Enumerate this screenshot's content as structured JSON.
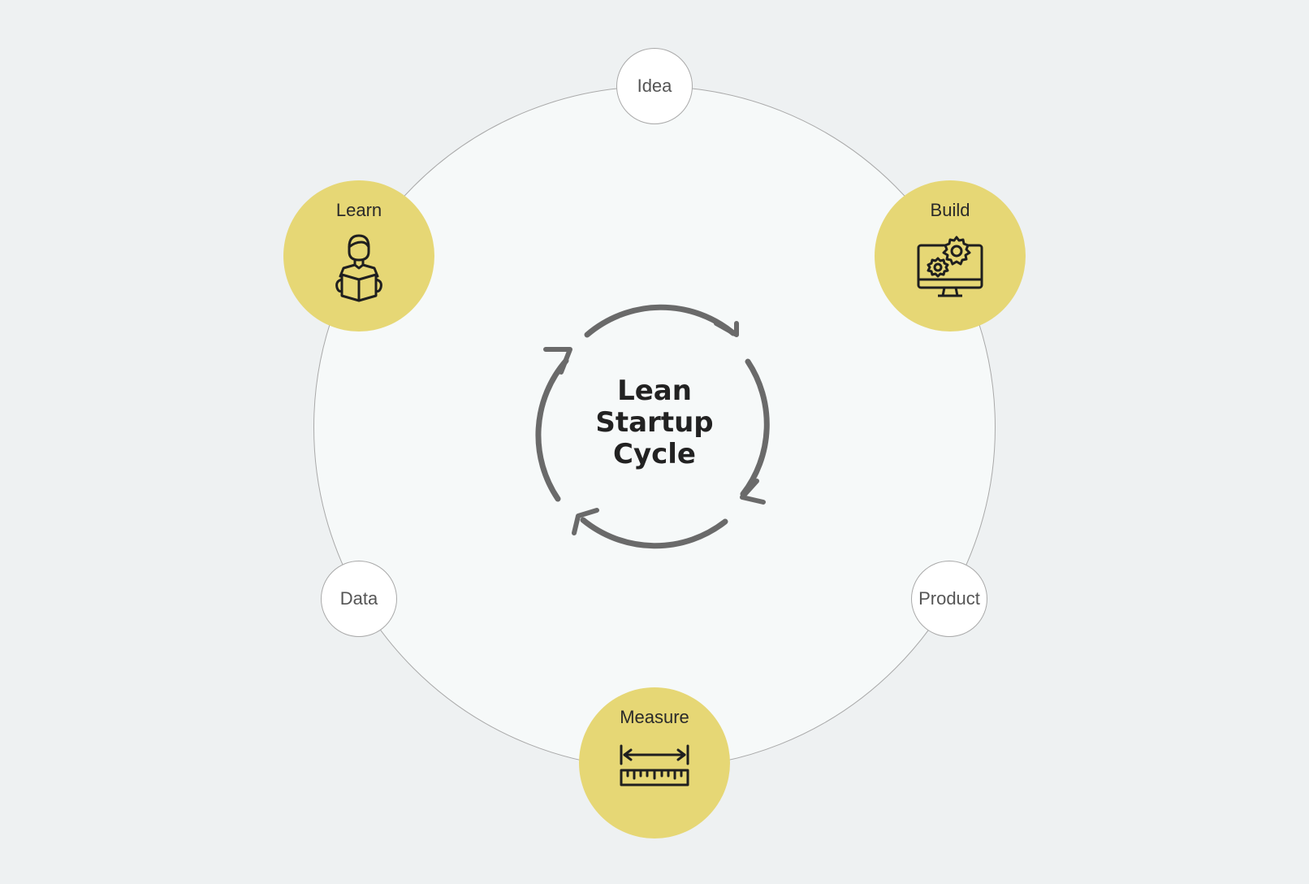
{
  "center": {
    "line1": "Lean",
    "line2": "Startup",
    "line3": "Cycle"
  },
  "stages": {
    "build": {
      "label": "Build",
      "icon": "computer-gears-icon"
    },
    "measure": {
      "label": "Measure",
      "icon": "ruler-measure-icon"
    },
    "learn": {
      "label": "Learn",
      "icon": "person-reading-book-icon"
    }
  },
  "artifacts": {
    "idea": "Idea",
    "product": "Product",
    "data": "Data"
  },
  "colors": {
    "background": "#eef1f2",
    "ring_fill": "#f6f9f9",
    "ring_stroke": "#a9a9a9",
    "stage_fill": "#e6d775",
    "arrow": "#6a6a6a"
  }
}
